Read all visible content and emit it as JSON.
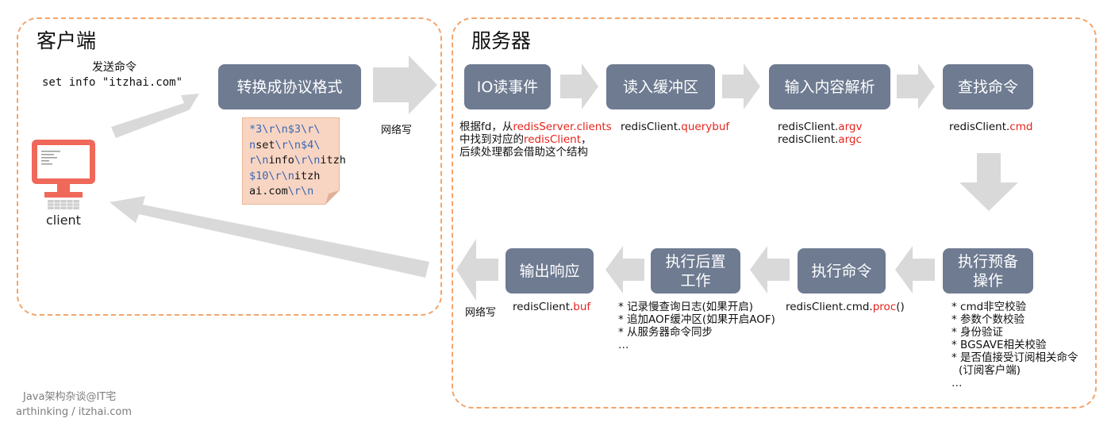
{
  "client_panel": {
    "title": "客户端",
    "send_label": "发送命令",
    "command": "set info \"itzhai.com\"",
    "client_label": "client",
    "convert_node": "转换成协议格式",
    "protocol_tokens": [
      [
        "*3",
        "\\r\\n",
        "$3",
        "\\r\\"
      ],
      [
        "n",
        "set",
        "\\r\\n",
        "$4",
        "\\"
      ],
      [
        "r\\n",
        "info",
        "\\r\\n",
        "itzh"
      ],
      [
        "$10",
        "\\r\\n",
        "itzh"
      ],
      [
        "ai.com",
        "\\r\\n"
      ]
    ],
    "protocol_lines": [
      [
        {
          "t": "*3",
          "k": "esc"
        },
        {
          "t": "\\r\\n",
          "k": "esc"
        },
        {
          "t": "$3",
          "k": "esc"
        },
        {
          "t": "\\r\\",
          "k": "esc"
        }
      ],
      [
        {
          "t": "n",
          "k": "esc"
        },
        {
          "t": "set",
          "k": "str"
        },
        {
          "t": "\\r\\n",
          "k": "esc"
        },
        {
          "t": "$4",
          "k": "esc"
        },
        {
          "t": "\\",
          "k": "esc"
        }
      ],
      [
        {
          "t": "r\\n",
          "k": "esc"
        },
        {
          "t": "info",
          "k": "str"
        },
        {
          "t": "\\r\\n",
          "k": "esc"
        },
        {
          "t": "itzh",
          "k": "str"
        }
      ],
      [
        {
          "t": "$10",
          "k": "esc"
        },
        {
          "t": "\\r\\n",
          "k": "esc"
        },
        {
          "t": "itzh",
          "k": "str"
        }
      ],
      [
        {
          "t": "ai.com",
          "k": "str"
        },
        {
          "t": "\\r\\n",
          "k": "esc"
        }
      ]
    ],
    "network_write_top": "网络写",
    "network_write_bottom": "网络写"
  },
  "server_panel": {
    "title": "服务器",
    "nodes": {
      "io_read": "IO读事件",
      "read_buffer": "读入缓冲区",
      "parse_input": "输入内容解析",
      "lookup_command": "查找命令",
      "pre_exec": "执行预备操作",
      "exec_command": "执行命令",
      "post_work": "执行后置工作",
      "output_response": "输出响应"
    },
    "io_read_desc": {
      "line1_prefix": "根据fd，从",
      "line1_red": "redisServer.clients",
      "line2_prefix": "中找到对应的",
      "line2_red": "redisClient",
      "line2_suffix": "，",
      "line3": "后续处理都会借助这个结构"
    },
    "read_buffer_desc": {
      "prefix": "redisClient.",
      "red": "querybuf"
    },
    "parse_desc": {
      "line1_prefix": "redisClient.",
      "line1_red": "argv",
      "line2_prefix": "redisClient.",
      "line2_red": "argc"
    },
    "lookup_desc": {
      "prefix": "redisClient.",
      "red": "cmd"
    },
    "pre_exec_list": [
      "* cmd非空校验",
      "* 参数个数校验",
      "* 身份验证",
      "* BGSAVE相关校验",
      "* 是否值接受订阅相关命令",
      "(订阅客户端)",
      "…"
    ],
    "exec_desc": {
      "prefix": "redisClient.cmd.",
      "red": "proc",
      "suffix": "()"
    },
    "post_list": [
      "* 记录慢查询日志(如果开启)",
      "* 追加AOF缓冲区(如果开启AOF)",
      "* 从服务器命令同步",
      "…"
    ],
    "output_desc": {
      "prefix": "redisClient.",
      "red": "buf"
    }
  },
  "footer": {
    "line1": "Java架构杂谈@IT宅",
    "line2": "arthinking / itzhai.com"
  },
  "colors": {
    "panel_border": "#f4a46a",
    "node_fill": "#6e7b91",
    "arrow_fill": "#d9d9d9",
    "highlight": "#e8231c",
    "monitor": "#f0685a"
  }
}
